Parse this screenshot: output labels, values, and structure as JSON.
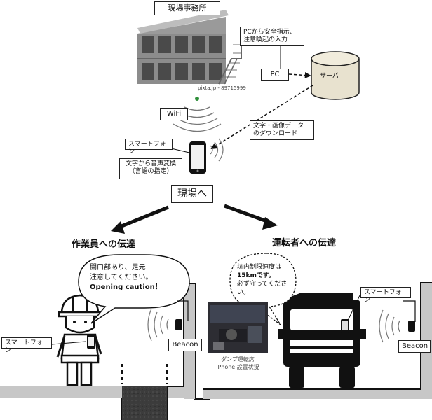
{
  "office": {
    "title": "現場事務所",
    "pc_note_line1": "PCから安全指示、",
    "pc_note_line2": "注意喚起の入力",
    "pc_label": "PC",
    "server_label": "サーバ",
    "photo_caption": "pixta.jp - 89715999"
  },
  "network": {
    "wifi_label": "WiFi",
    "download_line1": "文字・画像データ",
    "download_line2": "のダウンロード"
  },
  "phone_setup": {
    "smartphone_label": "スマートフォン",
    "tts_line1": "文字から音声変換",
    "tts_line2": "（言語の指定）"
  },
  "to_site": "現場へ",
  "worker": {
    "heading": "作業員への伝達",
    "bubble_line1": "開口部あり、足元",
    "bubble_line2": "注意してください。",
    "bubble_line3": "Opening caution！",
    "smartphone_label": "スマートフォン",
    "beacon_label": "Beacon"
  },
  "driver": {
    "heading": "運転者への伝達",
    "bubble_line1": "坑内制限速度は",
    "bubble_line2": "15kmです。",
    "bubble_line3": "必ず守ってくださ",
    "bubble_line4": "い。",
    "smartphone_label": "スマートフォン",
    "beacon_label": "Beacon",
    "photo_caption_line1": "ダンプ運転席",
    "photo_caption_line2": "iPhone 設置状況"
  },
  "colors": {
    "ink": "#111111",
    "building": "#8a8a8a",
    "window": "#4a4a4a",
    "server": "#e8e2cf",
    "pit": "#3c3c3c",
    "wifi_dot": "#2f8f3a"
  },
  "icons": {
    "building": "prefab-office-icon",
    "server": "database-cylinder-icon",
    "phone": "smartphone-icon",
    "beacon": "beacon-icon",
    "worker": "helmeted-worker-icon",
    "truck": "dump-truck-icon"
  }
}
